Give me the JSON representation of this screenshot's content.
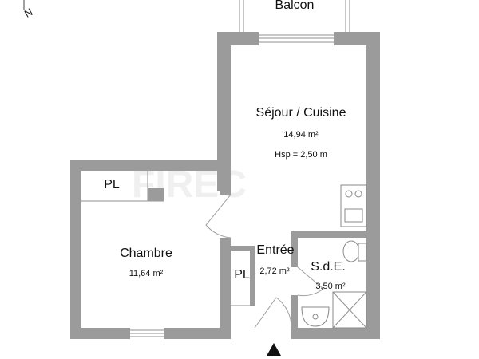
{
  "plan": {
    "north": "N",
    "watermark": "FIREC",
    "rooms": {
      "balcon": {
        "name": "Balcon"
      },
      "sejour": {
        "name": "Séjour / Cuisine",
        "area": "14,94 m²",
        "height": "Hsp = 2,50 m"
      },
      "chambre": {
        "name": "Chambre",
        "area": "11,64 m²"
      },
      "entree": {
        "name": "Entrée",
        "area": "2,72 m²"
      },
      "sde": {
        "name": "S.d.E.",
        "area": "3,50 m²"
      },
      "pl_bedroom": {
        "name": "PL"
      },
      "pl_entree": {
        "name": "PL"
      }
    }
  }
}
